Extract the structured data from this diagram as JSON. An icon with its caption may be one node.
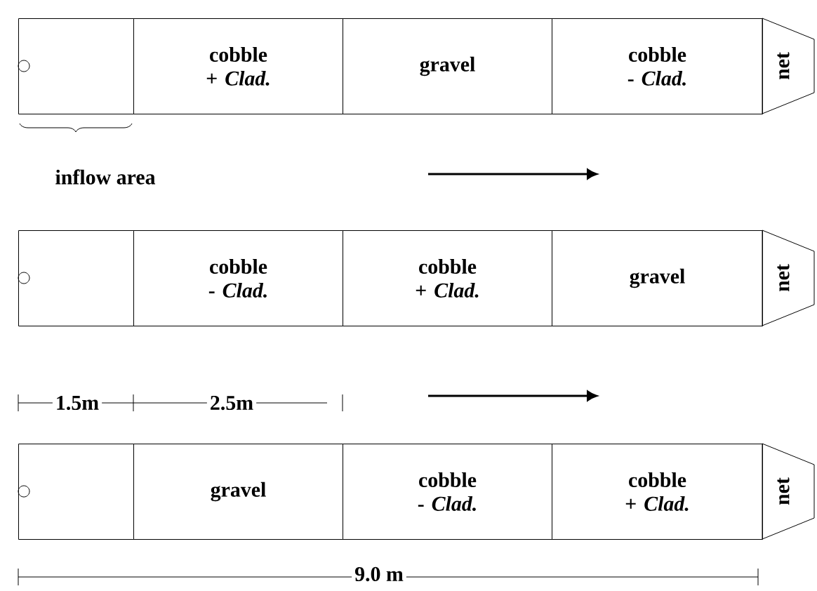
{
  "diagram": {
    "nodes": [
      {
        "text": [],
        "shape": "box"
      },
      {
        "text": [
          "cobble + *Clad.*"
        ]
      },
      {
        "text": [
          "gravel"
        ]
      },
      {
        "text": [
          "cobble - *Clad.*"
        ]
      },
      {
        "text": [
          "net"
        ]
      },
      {
        "text": [],
        "shape": "box"
      },
      {
        "text": [
          "cobble - *Clad.*"
        ]
      },
      {
        "text": [
          "cobble + *Clad.*"
        ]
      },
      {
        "text": [
          "gravel"
        ]
      },
      {
        "text": [
          "net"
        ]
      },
      {
        "text": [],
        "shape": "box"
      },
      {
        "text": [
          "gravel"
        ]
      },
      {
        "text": [
          "cobble - *Clad.*"
        ]
      },
      {
        "text": [
          "cobble + *Clad.*"
        ]
      },
      {
        "text": [
          "net"
        ]
      }
    ],
    "labels": [
      "inflow area",
      "1.5m",
      "2.5m",
      "9.0 m"
    ]
  }
}
